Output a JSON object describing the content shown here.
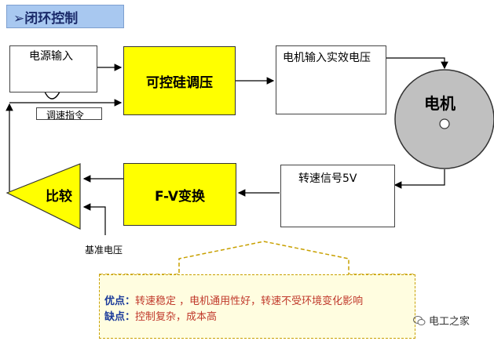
{
  "title": "➢闭环控制",
  "blocks": {
    "power_input": "电源输入",
    "scr": "可控硅调压",
    "motor_voltage": "电机输入实效电压",
    "motor": "电机",
    "speed_signal": "转速信号5V",
    "fv": "F-V变换",
    "compare": "比较",
    "speed_cmd": "调速指令",
    "ref_voltage": "基准电压"
  },
  "notes": {
    "pros_label": "优点：",
    "pros_text": "转速稳定 ，电机通用性好，转速不受环境变化影响",
    "cons_label": "缺点：",
    "cons_text": "控制复杂，成本高"
  },
  "watermark": "电工之家",
  "colors": {
    "yellow": "#ffff00",
    "title_bg": "#a8c8f0",
    "motor": "#c0c0c0",
    "note_red": "#c0392b",
    "note_blue": "#1a3a9a"
  }
}
